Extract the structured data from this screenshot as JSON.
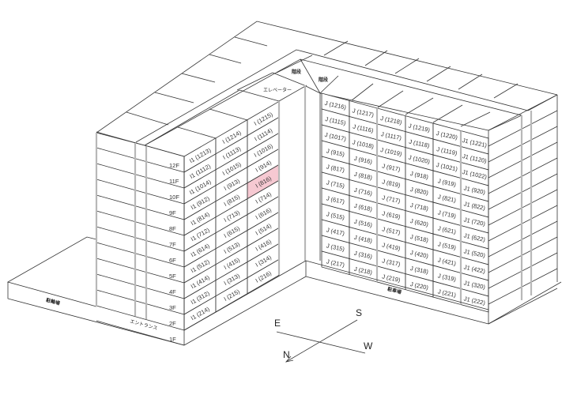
{
  "labels": {
    "stairs_1": "階段",
    "stairs_2": "階段",
    "elevator": "エレベーター",
    "bicycle_parking": "駐輪場",
    "entrance": "エントランス",
    "car_parking": "駐車場"
  },
  "compass": {
    "east": "E",
    "south": "S",
    "west": "W",
    "north": "N"
  },
  "floors": [
    "12F",
    "11F",
    "10F",
    "9F",
    "8F",
    "7F",
    "6F",
    "5F",
    "4F",
    "3F",
    "2F",
    "1F"
  ],
  "colors": {
    "highlight": "#f6c9d2",
    "line": "#333333",
    "pillar": "#b8b8b8"
  },
  "highlighted_unit": "I (816)",
  "left_block": {
    "columns": [
      [
        "I1 (1213)",
        "I1 (1112)",
        "I1 (1014)",
        "I1 (912)",
        "I1 (814)",
        "I1 (712)",
        "I1 (614)",
        "I1 (512)",
        "I1 (414)",
        "I1 (312)",
        "I1 (214)"
      ],
      [
        "I (1214)",
        "I (1113)",
        "I (1015)",
        "I (913)",
        "I (815)",
        "I (713)",
        "I (615)",
        "I (513)",
        "I (415)",
        "I (313)",
        "I (215)"
      ],
      [
        "I (1215)",
        "I (1114)",
        "I (1016)",
        "I (914)",
        "I (816)",
        "I (714)",
        "I (616)",
        "I (514)",
        "I (416)",
        "I (314)",
        "I (216)"
      ]
    ]
  },
  "right_block": {
    "columns": [
      [
        "J (1216)",
        "J (1115)",
        "J (1017)",
        "J (915)",
        "J (817)",
        "J (715)",
        "J (617)",
        "J (515)",
        "J (417)",
        "J (315)",
        "J (217)"
      ],
      [
        "J (1217)",
        "J (1116)",
        "J (1018)",
        "J (916)",
        "J (818)",
        "J (716)",
        "J (618)",
        "J (516)",
        "J (418)",
        "J (316)",
        "J (218)"
      ],
      [
        "J (1218)",
        "J (1117)",
        "J (1019)",
        "J (917)",
        "J (819)",
        "J (717)",
        "J (619)",
        "J (517)",
        "J (419)",
        "J (317)",
        "J (219)"
      ],
      [
        "J (1219)",
        "J (1118)",
        "J (1020)",
        "J (918)",
        "J (820)",
        "J (718)",
        "J (620)",
        "J (518)",
        "J (420)",
        "J (318)",
        "J (220)"
      ],
      [
        "J (1220)",
        "J (1119)",
        "J (1021)",
        "J (919)",
        "J (821)",
        "J (719)",
        "J (621)",
        "J (519)",
        "J (421)",
        "J (319)",
        "J (221)"
      ],
      [
        "J1 (1221)",
        "J1 (1120)",
        "J1 (1022)",
        "J1 (920)",
        "J1 (822)",
        "J1 (720)",
        "J1 (622)",
        "J1 (520)",
        "J1 (422)",
        "J1 (320)",
        "J1 (222)"
      ]
    ]
  }
}
